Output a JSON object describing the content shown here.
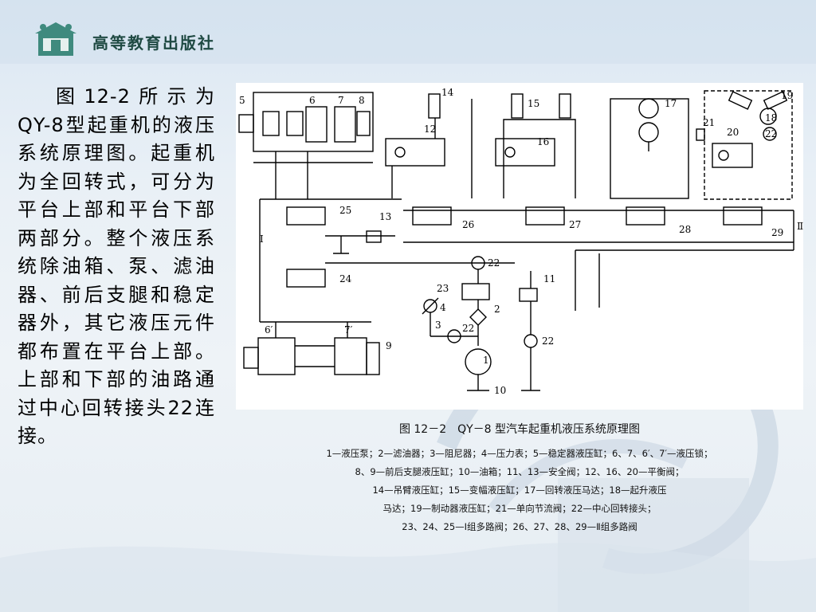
{
  "header": {
    "publisher": "高等教育出版社",
    "logo_icon": "publisher-logo-icon"
  },
  "body": {
    "paragraph": "图12-2所示为QY-8型起重机的液压系统原理图。起重机为全回转式，可分为平台上部和平台下部两部分。整个液压系统除油箱、泵、滤油器、前后支腿和稳定器外，其它液压元件都布置在平台上部。上部和下部的油路通过中心回转接头22连接。"
  },
  "diagram": {
    "labels": {
      "n1": "1",
      "n2": "2",
      "n3": "3",
      "n4": "4",
      "n5": "5",
      "n6": "6",
      "n7": "7",
      "n8": "8",
      "n9": "9",
      "n10": "10",
      "n11": "11",
      "n12": "12",
      "n13": "13",
      "n14": "14",
      "n15": "15",
      "n16": "16",
      "n17": "17",
      "n18": "18",
      "n19": "19",
      "n20": "20",
      "n21": "21",
      "n22a": "22",
      "n22b": "22",
      "n22c": "22",
      "n22d": "22",
      "n23": "23",
      "n24": "24",
      "n25": "25",
      "n26": "26",
      "n27": "27",
      "n28": "28",
      "n29": "29",
      "n6p": "6′",
      "n7p": "7′",
      "roman1": "Ⅰ",
      "roman2": "Ⅱ"
    }
  },
  "caption": {
    "title": "图 12－2　QY－8 型汽车起重机液压系统原理图",
    "lines": [
      "1—液压泵；2—滤油器；3—阻尼器；4—压力表；5—稳定器液压缸；6、7、6′、7′—液压锁；",
      "8、9—前后支腿液压缸；10—油箱；11、13—安全阀；12、16、20—平衡阀；",
      "14—吊臂液压缸；15—变幅液压缸；17—回转液压马达；18—起升液压",
      "马达；19—制动器液压缸；21—单向节流阀；22—中心回转接头；",
      "23、24、25—Ⅰ组多路阀；26、27、28、29—Ⅱ组多路阀"
    ]
  },
  "colors": {
    "publisher_text": "#1f4a43",
    "logo_green": "#3f8a7e",
    "watermark": "#c9d6e2"
  }
}
